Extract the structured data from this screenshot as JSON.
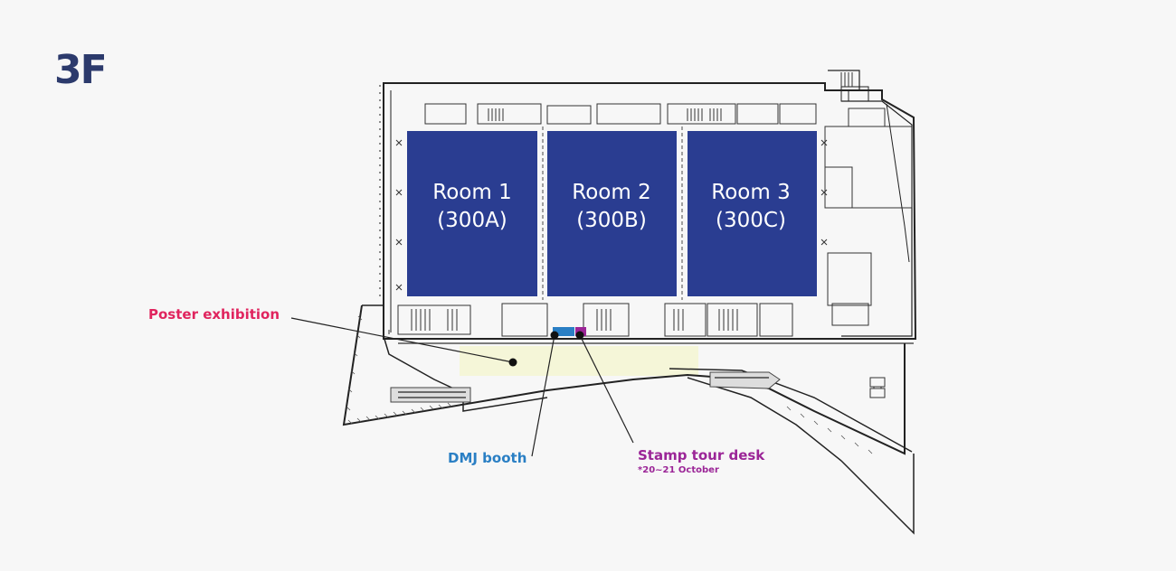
{
  "floor": {
    "label": "3F"
  },
  "rooms": [
    {
      "name": "Room 1",
      "code": "(300A)"
    },
    {
      "name": "Room 2",
      "code": "(300B)"
    },
    {
      "name": "Room 3",
      "code": "(300C)"
    }
  ],
  "callouts": {
    "poster": {
      "label": "Poster exhibition"
    },
    "dmj": {
      "label": "DMJ booth"
    },
    "stamp": {
      "label": "Stamp tour desk",
      "note": "*20~21 October"
    }
  },
  "colors": {
    "floor_label": "#2c3a6c",
    "room_fill": "#2a3d91",
    "poster": "#e0245e",
    "dmj": "#2a7fc4",
    "stamp": "#9b2597",
    "poster_area": "#f5f6d8",
    "outline": "#222222"
  }
}
